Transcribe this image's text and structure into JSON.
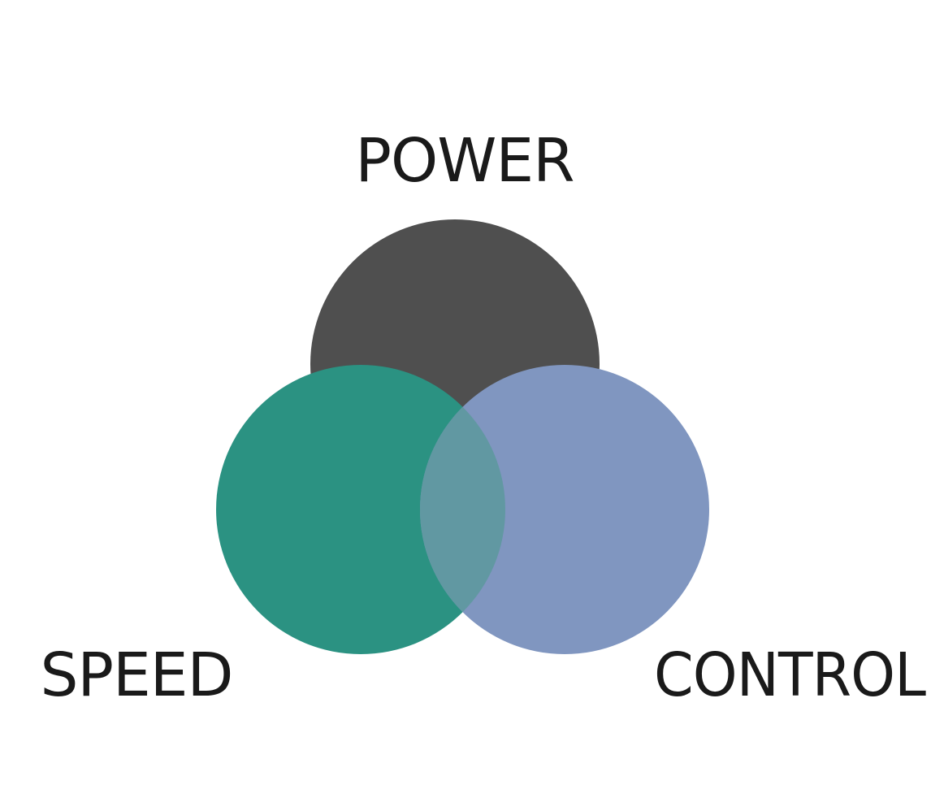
{
  "diagram": {
    "type": "venn",
    "sets": [
      {
        "key": "power",
        "label": "POWER",
        "color": "#4f4f4f"
      },
      {
        "key": "speed",
        "label": "SPEED",
        "color": "#2b9282"
      },
      {
        "key": "control",
        "label": "CONTROL",
        "color": "#8096c0"
      }
    ],
    "overlap_color": "#6198a2",
    "label_color": "#1a1a1a",
    "background": "#ffffff"
  }
}
